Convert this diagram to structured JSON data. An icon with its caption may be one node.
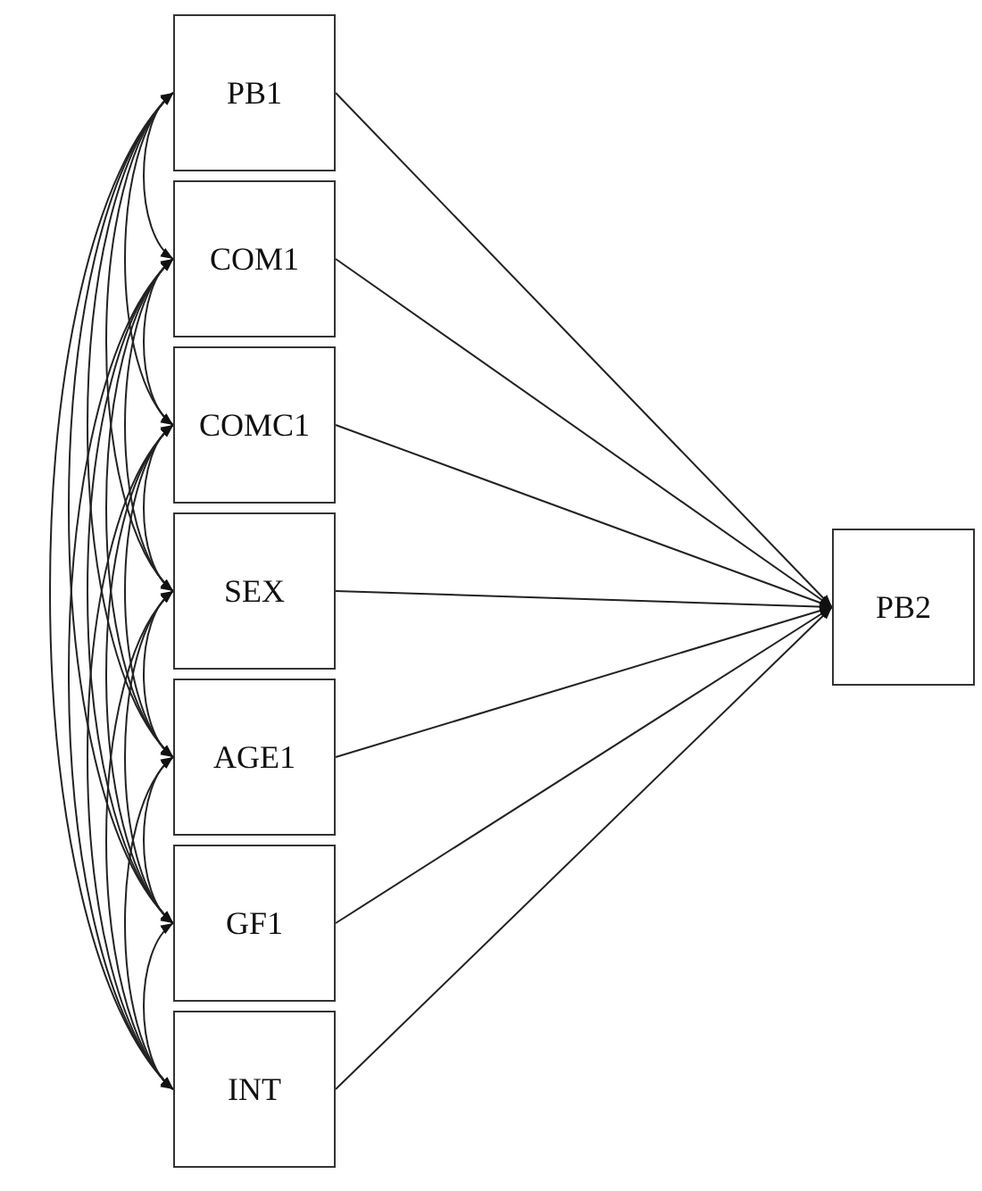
{
  "diagram": {
    "nodes": [
      {
        "text": [
          "PB1"
        ]
      },
      {
        "text": [
          "COM1"
        ]
      },
      {
        "text": [
          "COMC1"
        ]
      },
      {
        "text": [
          "SEX"
        ]
      },
      {
        "text": [
          "AGE1"
        ]
      },
      {
        "text": [
          "GF1"
        ]
      },
      {
        "text": [
          "INT"
        ]
      },
      {
        "text": [
          "PB2"
        ]
      }
    ],
    "edges": [
      {
        "from": 0,
        "to": 7,
        "arrow": "to"
      },
      {
        "from": 1,
        "to": 7,
        "arrow": "to"
      },
      {
        "from": 2,
        "to": 7,
        "arrow": "to"
      },
      {
        "from": 3,
        "to": 7,
        "arrow": "to"
      },
      {
        "from": 4,
        "to": 7,
        "arrow": "to"
      },
      {
        "from": 5,
        "to": 7,
        "arrow": "to"
      },
      {
        "from": 6,
        "to": 7,
        "arrow": "to"
      },
      {
        "from": 0,
        "to": 1,
        "arrow": "both"
      },
      {
        "from": 0,
        "to": 2,
        "arrow": "both"
      },
      {
        "from": 0,
        "to": 3,
        "arrow": "both"
      },
      {
        "from": 0,
        "to": 4,
        "arrow": "both"
      },
      {
        "from": 0,
        "to": 5,
        "arrow": "both"
      },
      {
        "from": 0,
        "to": 6,
        "arrow": "both"
      },
      {
        "from": 1,
        "to": 2,
        "arrow": "both"
      },
      {
        "from": 1,
        "to": 3,
        "arrow": "both"
      },
      {
        "from": 1,
        "to": 4,
        "arrow": "both"
      },
      {
        "from": 1,
        "to": 5,
        "arrow": "both"
      },
      {
        "from": 1,
        "to": 6,
        "arrow": "both"
      },
      {
        "from": 2,
        "to": 3,
        "arrow": "both"
      },
      {
        "from": 2,
        "to": 4,
        "arrow": "both"
      },
      {
        "from": 2,
        "to": 5,
        "arrow": "both"
      },
      {
        "from": 2,
        "to": 6,
        "arrow": "both"
      },
      {
        "from": 3,
        "to": 4,
        "arrow": "both"
      },
      {
        "from": 3,
        "to": 5,
        "arrow": "both"
      },
      {
        "from": 3,
        "to": 6,
        "arrow": "both"
      },
      {
        "from": 4,
        "to": 5,
        "arrow": "both"
      },
      {
        "from": 4,
        "to": 6,
        "arrow": "both"
      },
      {
        "from": 5,
        "to": 6,
        "arrow": "both"
      }
    ]
  }
}
